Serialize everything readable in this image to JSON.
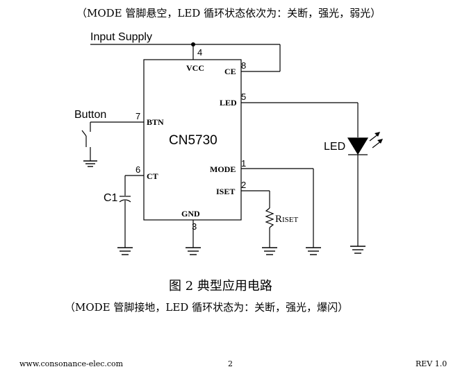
{
  "page": {
    "top_caption": "（MODE 管脚悬空，LED 循环状态依次为：关断，强光，弱光）",
    "figure_title": "图 2 典型应用电路",
    "figure_note": "（MODE 管脚接地，LED 循环状态为：关断，强光，爆闪）",
    "footer": {
      "url": "www.consonance-elec.com",
      "page_number": "2",
      "revision": "REV 1.0"
    }
  },
  "diagram": {
    "supply_label": "Input Supply",
    "chip_name": "CN5730",
    "button_label": "Button",
    "capacitor_label": "C1",
    "led_label": "LED",
    "resistor_label": "R",
    "resistor_subscript": "ISET",
    "pins": {
      "vcc": {
        "name": "VCC",
        "number": "4"
      },
      "ce": {
        "name": "CE",
        "number": "8"
      },
      "led": {
        "name": "LED",
        "number": "5"
      },
      "btn": {
        "name": "BTN",
        "number": "7"
      },
      "ct": {
        "name": "CT",
        "number": "6"
      },
      "mode": {
        "name": "MODE",
        "number": "1"
      },
      "iset": {
        "name": "ISET",
        "number": "2"
      },
      "gnd": {
        "name": "GND",
        "number": "3"
      }
    }
  }
}
